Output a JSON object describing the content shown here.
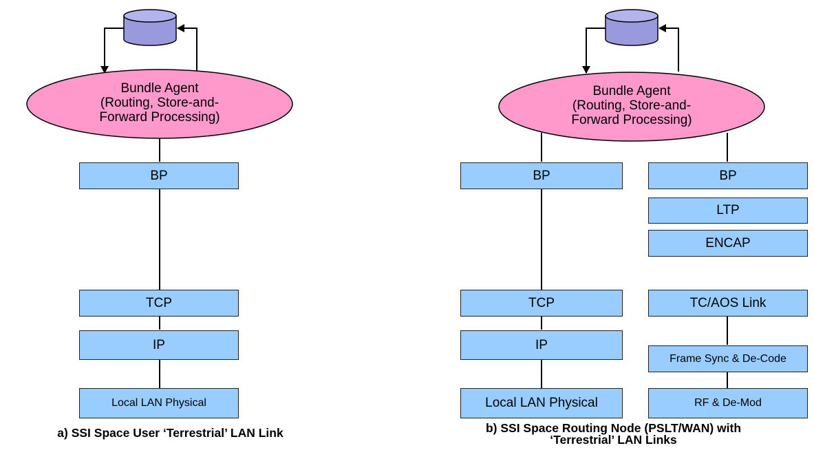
{
  "panel_a": {
    "agent": {
      "line1": "Bundle Agent",
      "line2": "(Routing, Store-and-",
      "line3": "Forward Processing)"
    },
    "stack": [
      "BP",
      "TCP",
      "IP",
      "Local LAN Physical"
    ],
    "caption": "a) SSI Space User ‘Terrestrial’ LAN Link"
  },
  "panel_b": {
    "agent": {
      "line1": "Bundle Agent",
      "line2": "(Routing, Store-and-",
      "line3": "Forward Processing)"
    },
    "left_stack": [
      "BP",
      "TCP",
      "IP",
      "Local LAN Physical"
    ],
    "right_stack": [
      "BP",
      "LTP",
      "ENCAP",
      "TC/AOS Link",
      "Frame Sync & De-Code",
      "RF & De-Mod"
    ],
    "caption_line1": "b) SSI Space Routing Node (PSLT/WAN) with",
    "caption_line2": "‘Terrestrial’ LAN Links"
  },
  "colors": {
    "agent_fill": "#ff99cc",
    "storage_fill": "#9999dd",
    "layer_fill": "#99ccff"
  }
}
